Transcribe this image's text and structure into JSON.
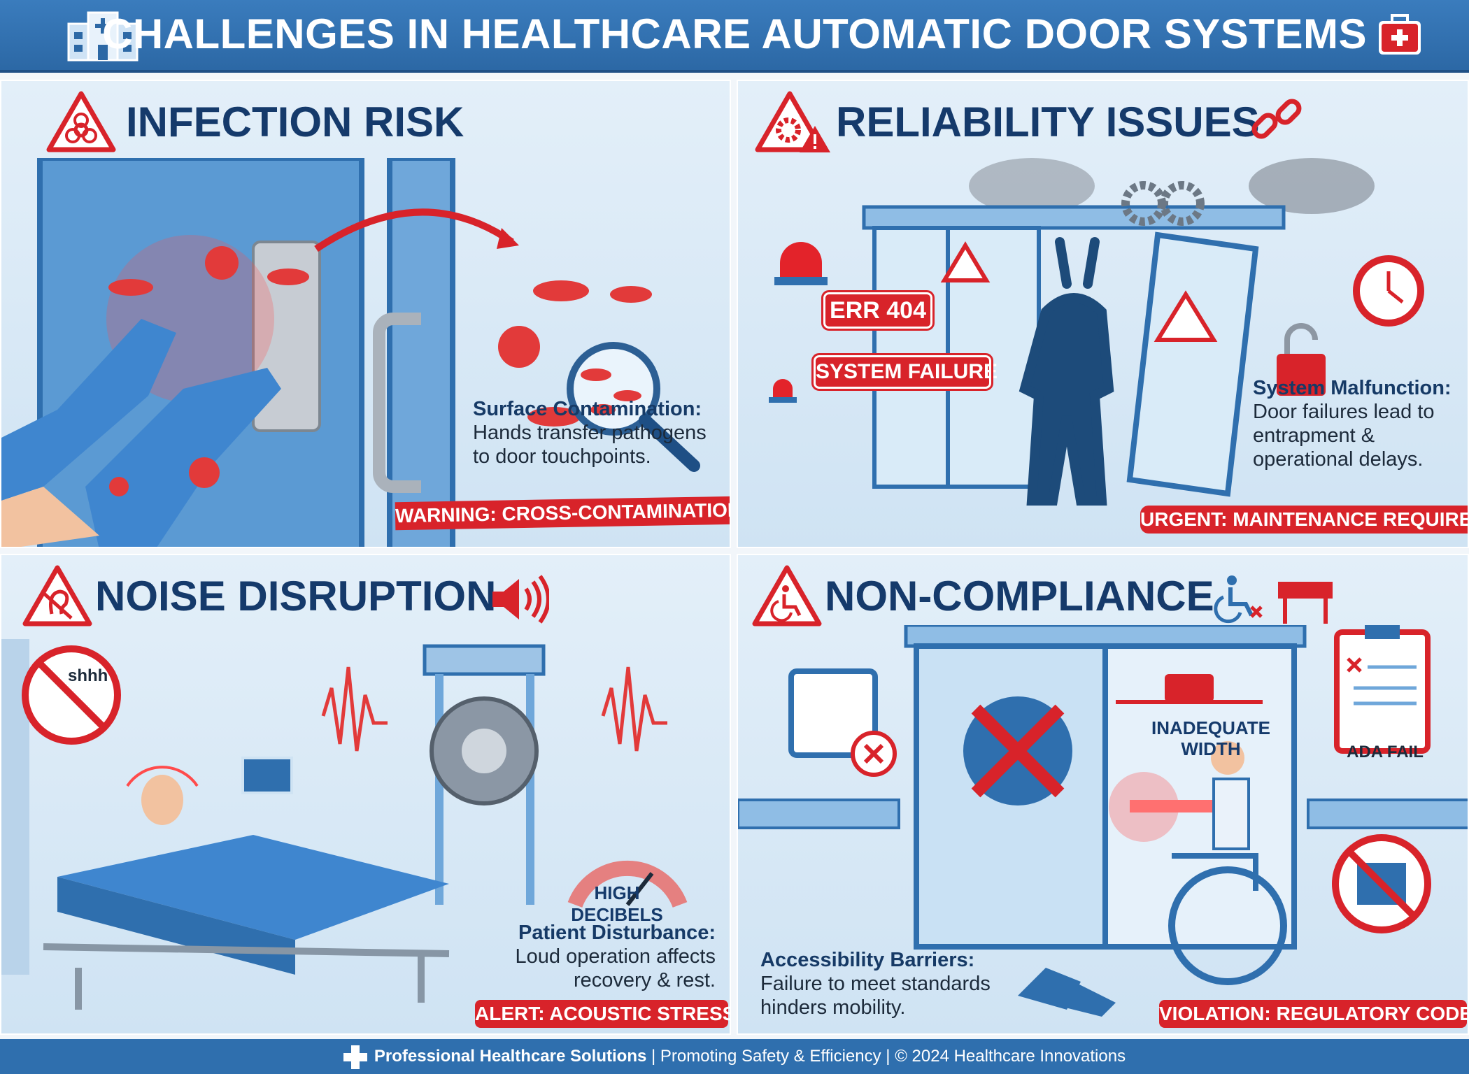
{
  "header": {
    "title": "CHALLENGES IN HEALTHCARE AUTOMATIC DOOR SYSTEMS",
    "left_icon": "hospital-building-icon",
    "right_icon": "first-aid-kit-icon"
  },
  "panels": [
    {
      "title": "INFECTION RISK",
      "icon": "biohazard-warning-icon",
      "caption_title": "Surface Contamination:",
      "caption_text": "Hands transfer pathogens to door touchpoints.",
      "banner": "WARNING: CROSS-CONTAMINATION"
    },
    {
      "title": "RELIABILITY ISSUES",
      "icon": "gear-warning-icon",
      "caption_title": "System Malfunction:",
      "caption_text": "Door failures lead to entrapment & operational delays.",
      "banner": "URGENT: MAINTENANCE REQUIRED",
      "tags": [
        "ERR 404",
        "SYSTEM FAILURE"
      ]
    },
    {
      "title": "NOISE DISRUPTION",
      "icon": "no-hearing-warning-icon",
      "caption_title": "Patient Disturbance:",
      "caption_text": "Loud operation affects recovery & rest.",
      "banner": "ALERT: ACOUSTIC STRESS",
      "gauge_label": "HIGH DECIBELS",
      "sign_text": "shhh"
    },
    {
      "title": "NON-COMPLIANCE",
      "icon": "wheelchair-warning-icon",
      "caption_title": "Accessibility Barriers:",
      "caption_text": "Failure to meet standards hinders mobility.",
      "banner": "VIOLATION: REGULATORY CODES",
      "width_label": "INADEQUATE WIDTH",
      "clipboard_label": "ADA FAIL"
    }
  ],
  "footer": {
    "brand": "Professional Healthcare Solutions",
    "tagline": "Promoting Safety & Efficiency",
    "copyright": "© 2024 Healthcare Innovations"
  },
  "colors": {
    "header": "#2f6fae",
    "alert": "#d8232a",
    "title": "#153a6b"
  }
}
